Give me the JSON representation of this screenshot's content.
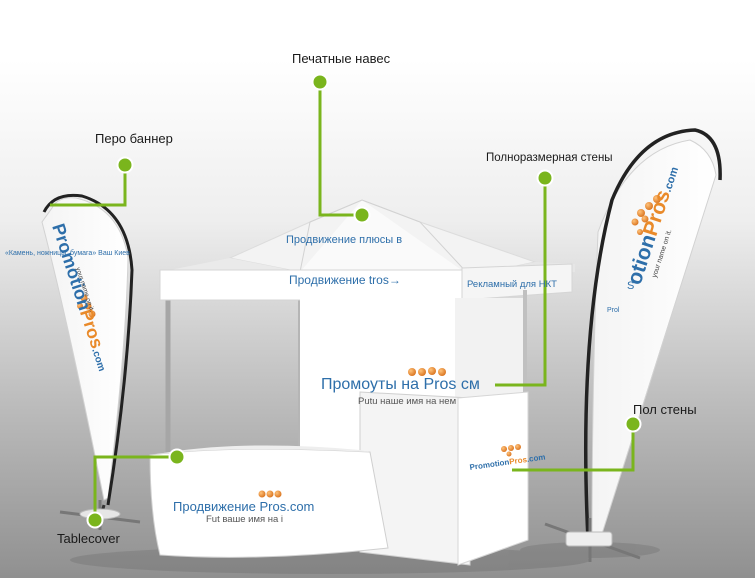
{
  "callouts": {
    "canopy": "Печатные навес",
    "feather_banner": "Перо баннер",
    "full_wall": "Полноразмерная стены",
    "half_wall": "Пол стены",
    "tablecover": "Tablecover"
  },
  "printed": {
    "canopy_valance_top": "Продвижение плюсы в",
    "canopy_valance_bottom": "Продвижение tros",
    "canopy_side": "Рекламный для НКТ",
    "back_wall_brand": "Промоуты на Pros см",
    "back_wall_tagline": "Putu наше имя на нем",
    "table_brand": "Продвижение Pros.com",
    "table_tagline": "Fut ваше имя на i",
    "left_flag_caption": "«Камень, ножницы, бумага» Ваш Киев",
    "left_flag_brand_a": "Promotion",
    "left_flag_brand_b": "Pros",
    "left_flag_brand_c": ".com",
    "left_flag_tagline": "your name on it.",
    "right_flag_brand_a": "otion",
    "right_flag_brand_b": "Pros",
    "right_flag_brand_c": ".com",
    "right_flag_tagline": "your name on it.",
    "right_flag_s": "S",
    "right_flag_small": "Prol",
    "half_wall_brand_a": "Promotion",
    "half_wall_brand_b": "Pros",
    "half_wall_brand_c": ".com"
  },
  "colors": {
    "callout_line": "#7ab51d",
    "brand_blue": "#2e6faa",
    "brand_orange": "#e98a2a",
    "frame_gray": "#9a9a9a"
  }
}
